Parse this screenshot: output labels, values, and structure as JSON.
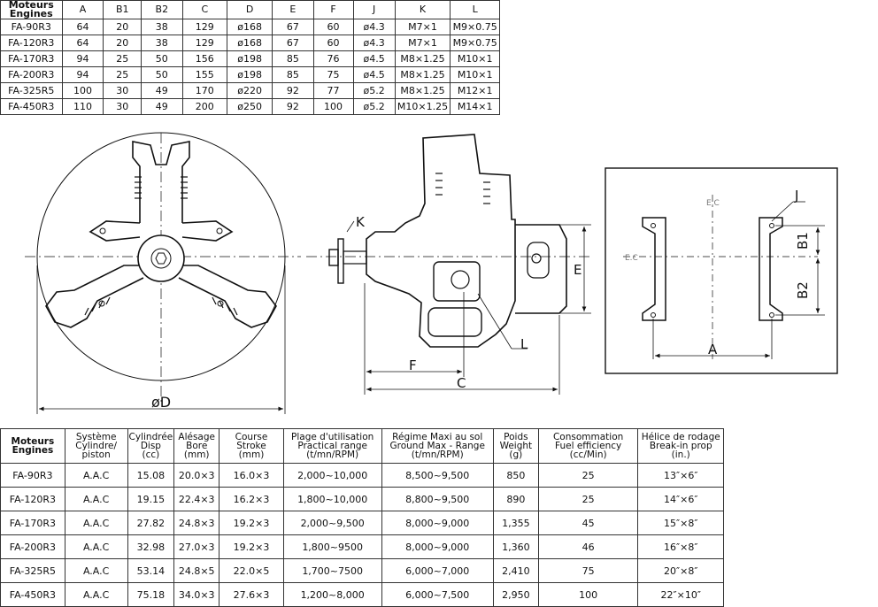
{
  "dimension_table": {
    "headers": [
      "Moteurs\nEngines",
      "A",
      "B1",
      "B2",
      "C",
      "D",
      "E",
      "F",
      "J",
      "K",
      "L"
    ],
    "rows": [
      [
        "FA-90R3",
        "64",
        "20",
        "38",
        "129",
        "ø168",
        "67",
        "60",
        "ø4.3",
        "M7×1",
        "M9×0.75"
      ],
      [
        "FA-120R3",
        "64",
        "20",
        "38",
        "129",
        "ø168",
        "67",
        "60",
        "ø4.3",
        "M7×1",
        "M9×0.75"
      ],
      [
        "FA-170R3",
        "94",
        "25",
        "50",
        "156",
        "ø198",
        "85",
        "76",
        "ø4.5",
        "M8×1.25",
        "M10×1"
      ],
      [
        "FA-200R3",
        "94",
        "25",
        "50",
        "155",
        "ø198",
        "85",
        "75",
        "ø4.5",
        "M8×1.25",
        "M10×1"
      ],
      [
        "FA-325R5",
        "100",
        "30",
        "49",
        "170",
        "ø220",
        "92",
        "77",
        "ø5.2",
        "M8×1.25",
        "M12×1"
      ],
      [
        "FA-450R3",
        "110",
        "30",
        "49",
        "200",
        "ø250",
        "92",
        "100",
        "ø5.2",
        "M10×1.25",
        "M14×1"
      ]
    ]
  },
  "spec_table": {
    "headers": [
      "Moteurs\nEngines",
      "Système\nCylindre/\npiston",
      "Cylindrée\nDisp\n(cc)",
      "Alésage\nBore\n(mm)",
      "Course\nStroke\n(mm)",
      "Plage d'utilisation\nPractical range\n(t/mn/RPM)",
      "Régime Maxi au sol\nGround Max - Range\n(t/mn/RPM)",
      "Poids\nWeight\n(g)",
      "Consommation\nFuel efficiency\n(cc/Min)",
      "Hélice de rodage\nBreak-in prop\n(in.)"
    ],
    "rows": [
      [
        "FA-90R3",
        "A.A.C",
        "15.08",
        "20.0×3",
        "16.0×3",
        "2,000~10,000",
        "8,500~9,500",
        "850",
        "25",
        "13″×6″"
      ],
      [
        "FA-120R3",
        "A.A.C",
        "19.15",
        "22.4×3",
        "16.2×3",
        "1,800~10,000",
        "8,800~9,500",
        "890",
        "25",
        "14″×6″"
      ],
      [
        "FA-170R3",
        "A.A.C",
        "27.82",
        "24.8×3",
        "19.2×3",
        "2,000~9,500",
        "8,000~9,000",
        "1,355",
        "45",
        "15″×8″"
      ],
      [
        "FA-200R3",
        "A.A.C",
        "32.98",
        "27.0×3",
        "19.2×3",
        "1,800~9500",
        "8,000~9,000",
        "1,360",
        "46",
        "16″×8″"
      ],
      [
        "FA-325R5",
        "A.A.C",
        "53.14",
        "24.8×5",
        "22.0×5",
        "1,700~7500",
        "6,000~7,000",
        "2,410",
        "75",
        "20″×8″"
      ],
      [
        "FA-450R3",
        "A.A.C",
        "75.18",
        "34.0×3",
        "27.6×3",
        "1,200~8,000",
        "6,000~7,500",
        "2,950",
        "100",
        "22″×10″"
      ]
    ]
  },
  "drawing": {
    "label_D": "øD",
    "label_K": "K",
    "label_E": "E",
    "label_F": "F",
    "label_C": "C",
    "label_L": "L",
    "label_J": "J",
    "label_B1": "B1",
    "label_B2": "B2",
    "label_A": "A",
    "label_EC_top": "E.C",
    "label_EC_left": "E.C"
  }
}
